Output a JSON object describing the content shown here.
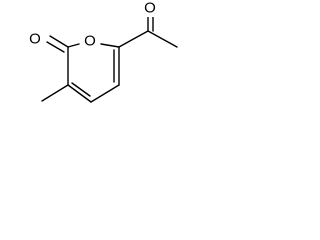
{
  "molecule": {
    "atoms": {
      "ring_oxygen": "O",
      "lactone_carbonyl_oxygen": "O",
      "acetyl_carbonyl_oxygen": "O"
    },
    "colors": {
      "bond": "#000000",
      "label": "#000000",
      "background": "#ffffff"
    }
  }
}
